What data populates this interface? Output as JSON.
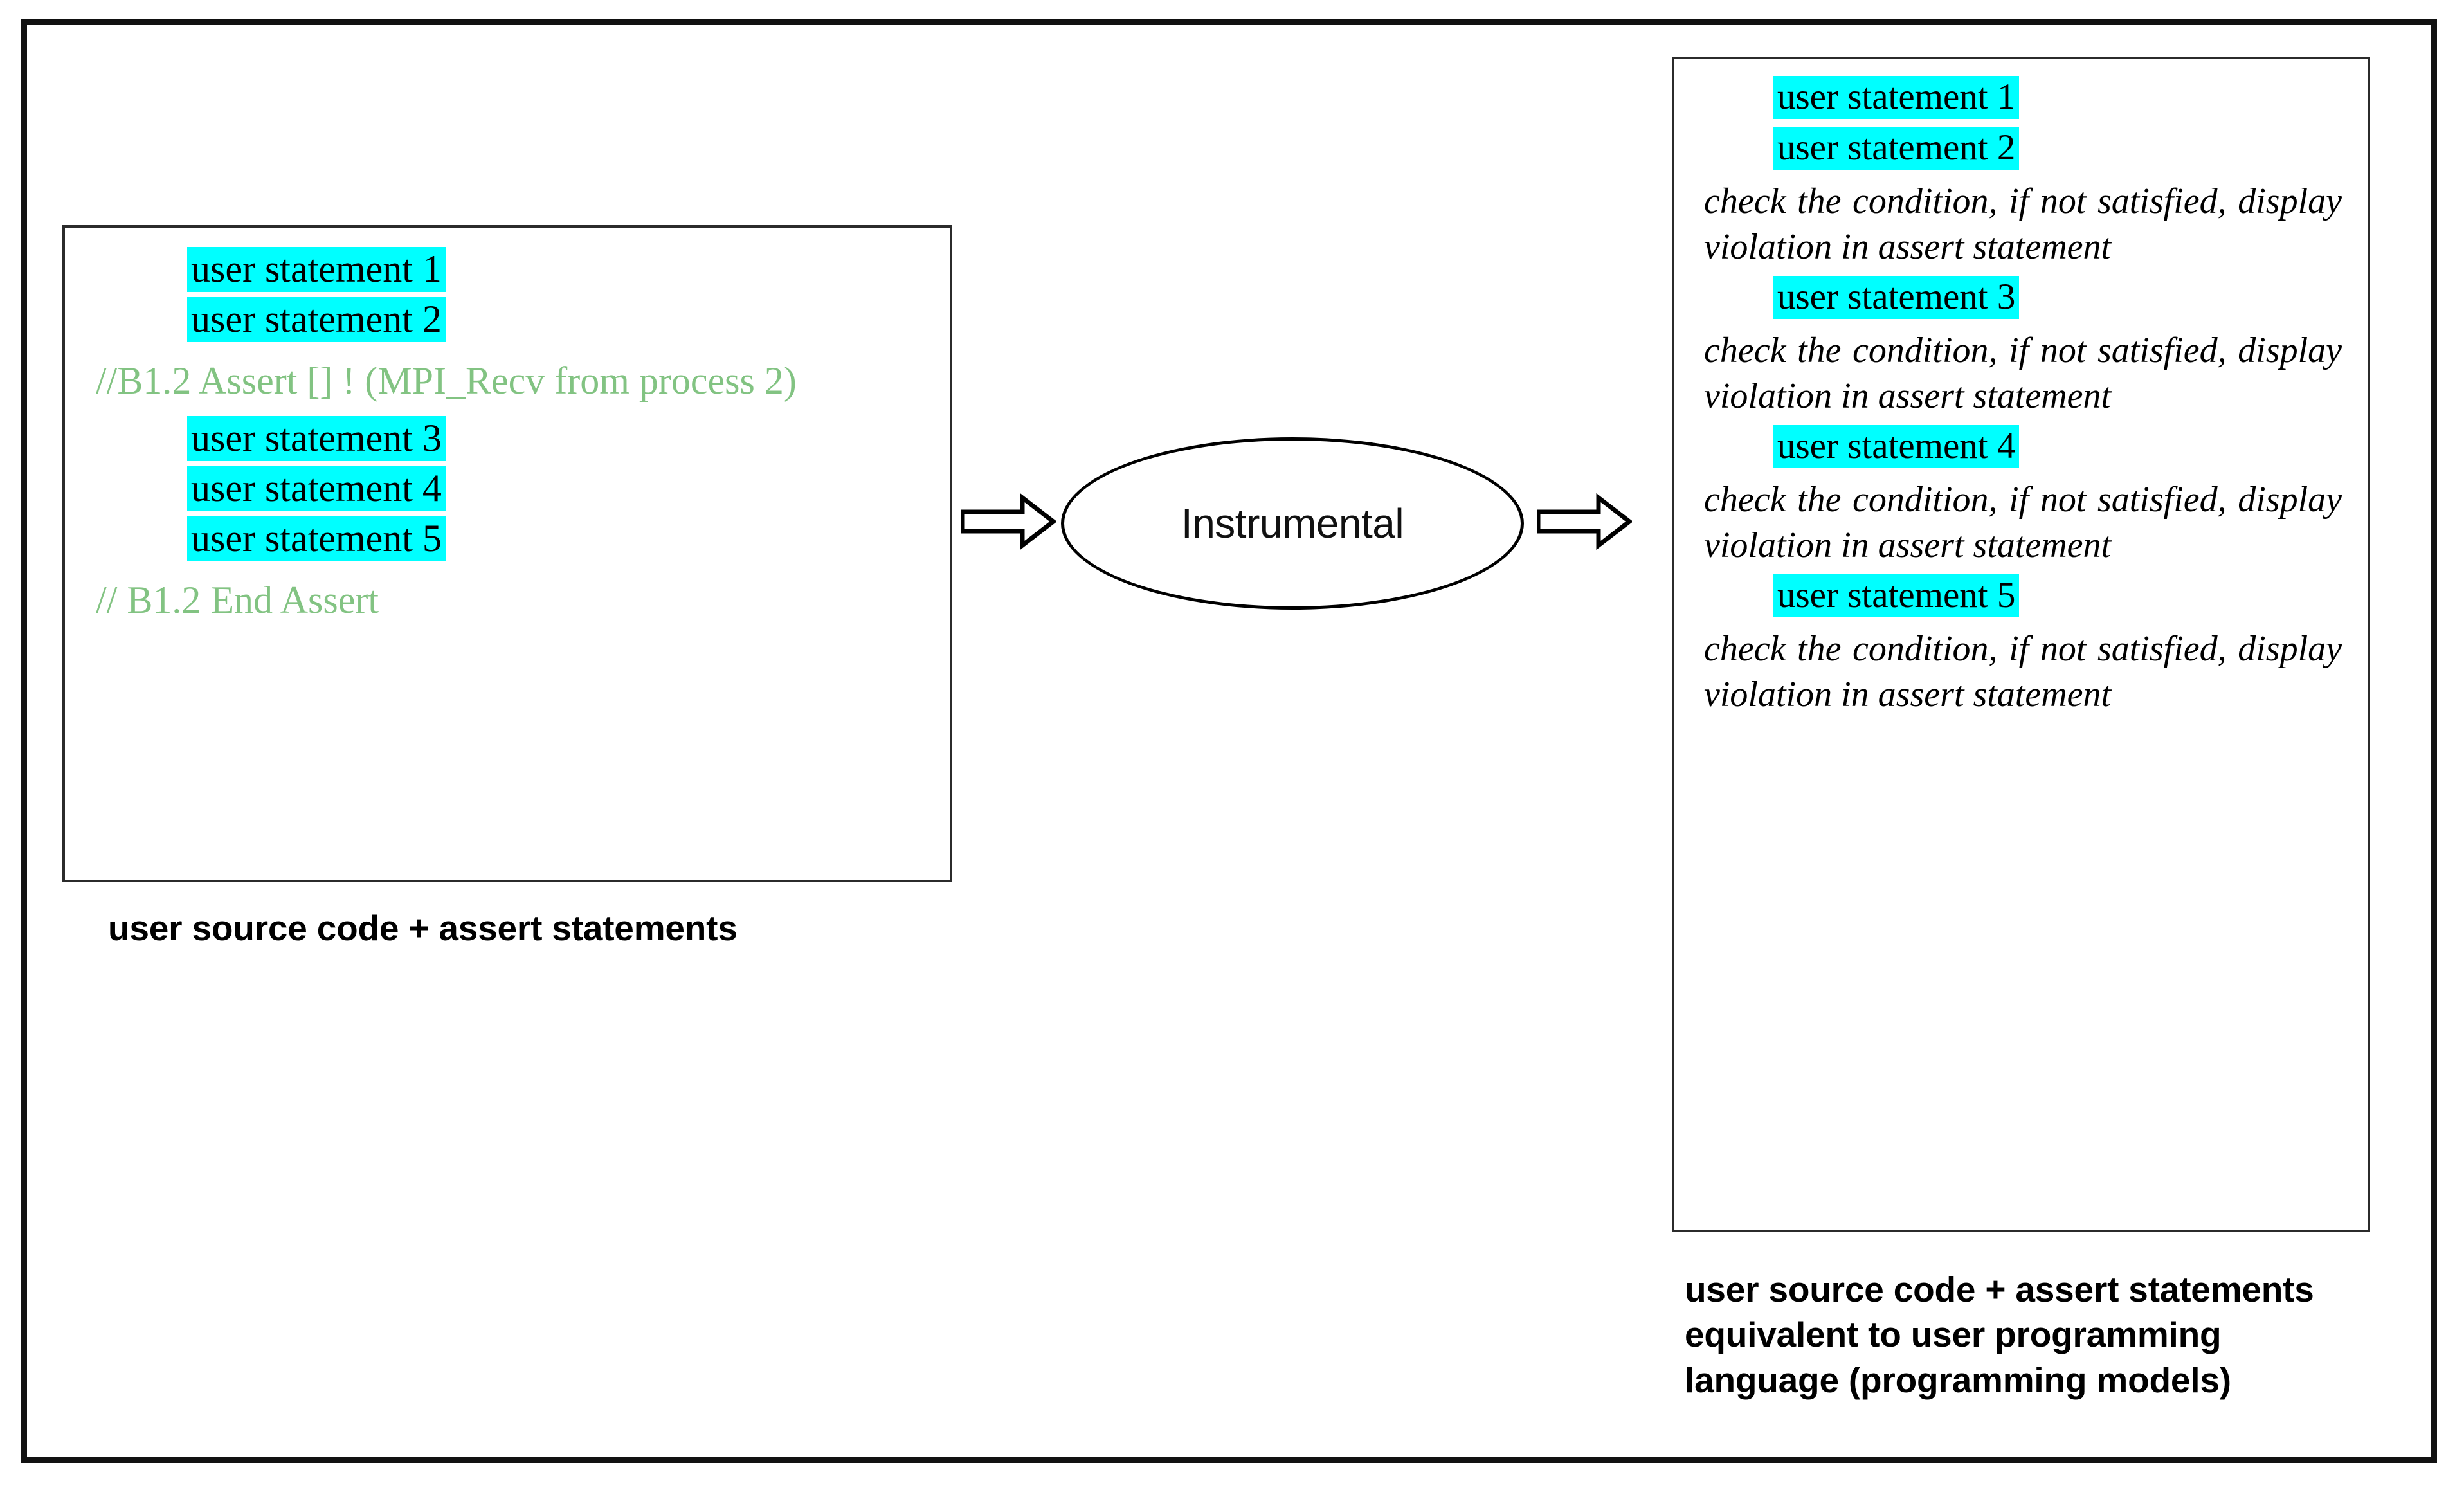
{
  "diagram": {
    "title_present": false,
    "colors": {
      "highlight": "#00FFFF",
      "comment_green": "#82C382",
      "outline": "#000000",
      "text": "#000000",
      "background": "#FFFFFF"
    }
  },
  "left_panel": {
    "lines": [
      {
        "kind": "highlight",
        "text": "user statement 1"
      },
      {
        "kind": "highlight",
        "text": "user statement 2"
      },
      {
        "kind": "comment",
        "text": "//B1.2  Assert  []  !  (MPI_Recv  from  process 2)"
      },
      {
        "kind": "highlight",
        "text": "user statement 3"
      },
      {
        "kind": "highlight",
        "text": "user statement 4"
      },
      {
        "kind": "highlight",
        "text": "user statement 5"
      },
      {
        "kind": "comment",
        "text": "// B1.2 End Assert"
      }
    ],
    "statement_1": "user statement 1",
    "statement_2": "user statement 2",
    "comment_begin": "//B1.2  Assert  []  !  (MPI_Recv  from  process 2)",
    "statement_3": "user statement 3",
    "statement_4": "user statement 4",
    "statement_5": "user statement 5",
    "comment_end": "// B1.2 End Assert",
    "caption": "user source code + assert statements"
  },
  "process": {
    "label": "Instrumental",
    "arrow_in_name": "input-arrow",
    "arrow_out_name": "output-arrow"
  },
  "right_panel": {
    "note_text": "check the condition, if not satisfied, display violation in assert statement",
    "statement_1": "user statement 1",
    "statement_2": "user statement 2",
    "statement_3": "user statement 3",
    "statement_4": "user statement 4",
    "statement_5": "user statement 5",
    "lines": [
      {
        "kind": "highlight",
        "text": "user statement 1"
      },
      {
        "kind": "highlight",
        "text": "user statement 2"
      },
      {
        "kind": "note",
        "text": "check the condition, if not satisfied, display violation in assert statement"
      },
      {
        "kind": "highlight",
        "text": "user statement 3"
      },
      {
        "kind": "note",
        "text": "check the condition, if not satisfied, display violation in assert statement"
      },
      {
        "kind": "highlight",
        "text": "user statement 4"
      },
      {
        "kind": "note",
        "text": "check the condition, if not satisfied, display violation in assert statement"
      },
      {
        "kind": "highlight",
        "text": "user statement 5"
      },
      {
        "kind": "note",
        "text": "check the condition, if not satisfied, display violation in assert statement"
      }
    ],
    "caption_line_1": "user source code + assert statements",
    "caption_line_2": "equivalent to user programming",
    "caption_line_3": "language (programming models)"
  }
}
